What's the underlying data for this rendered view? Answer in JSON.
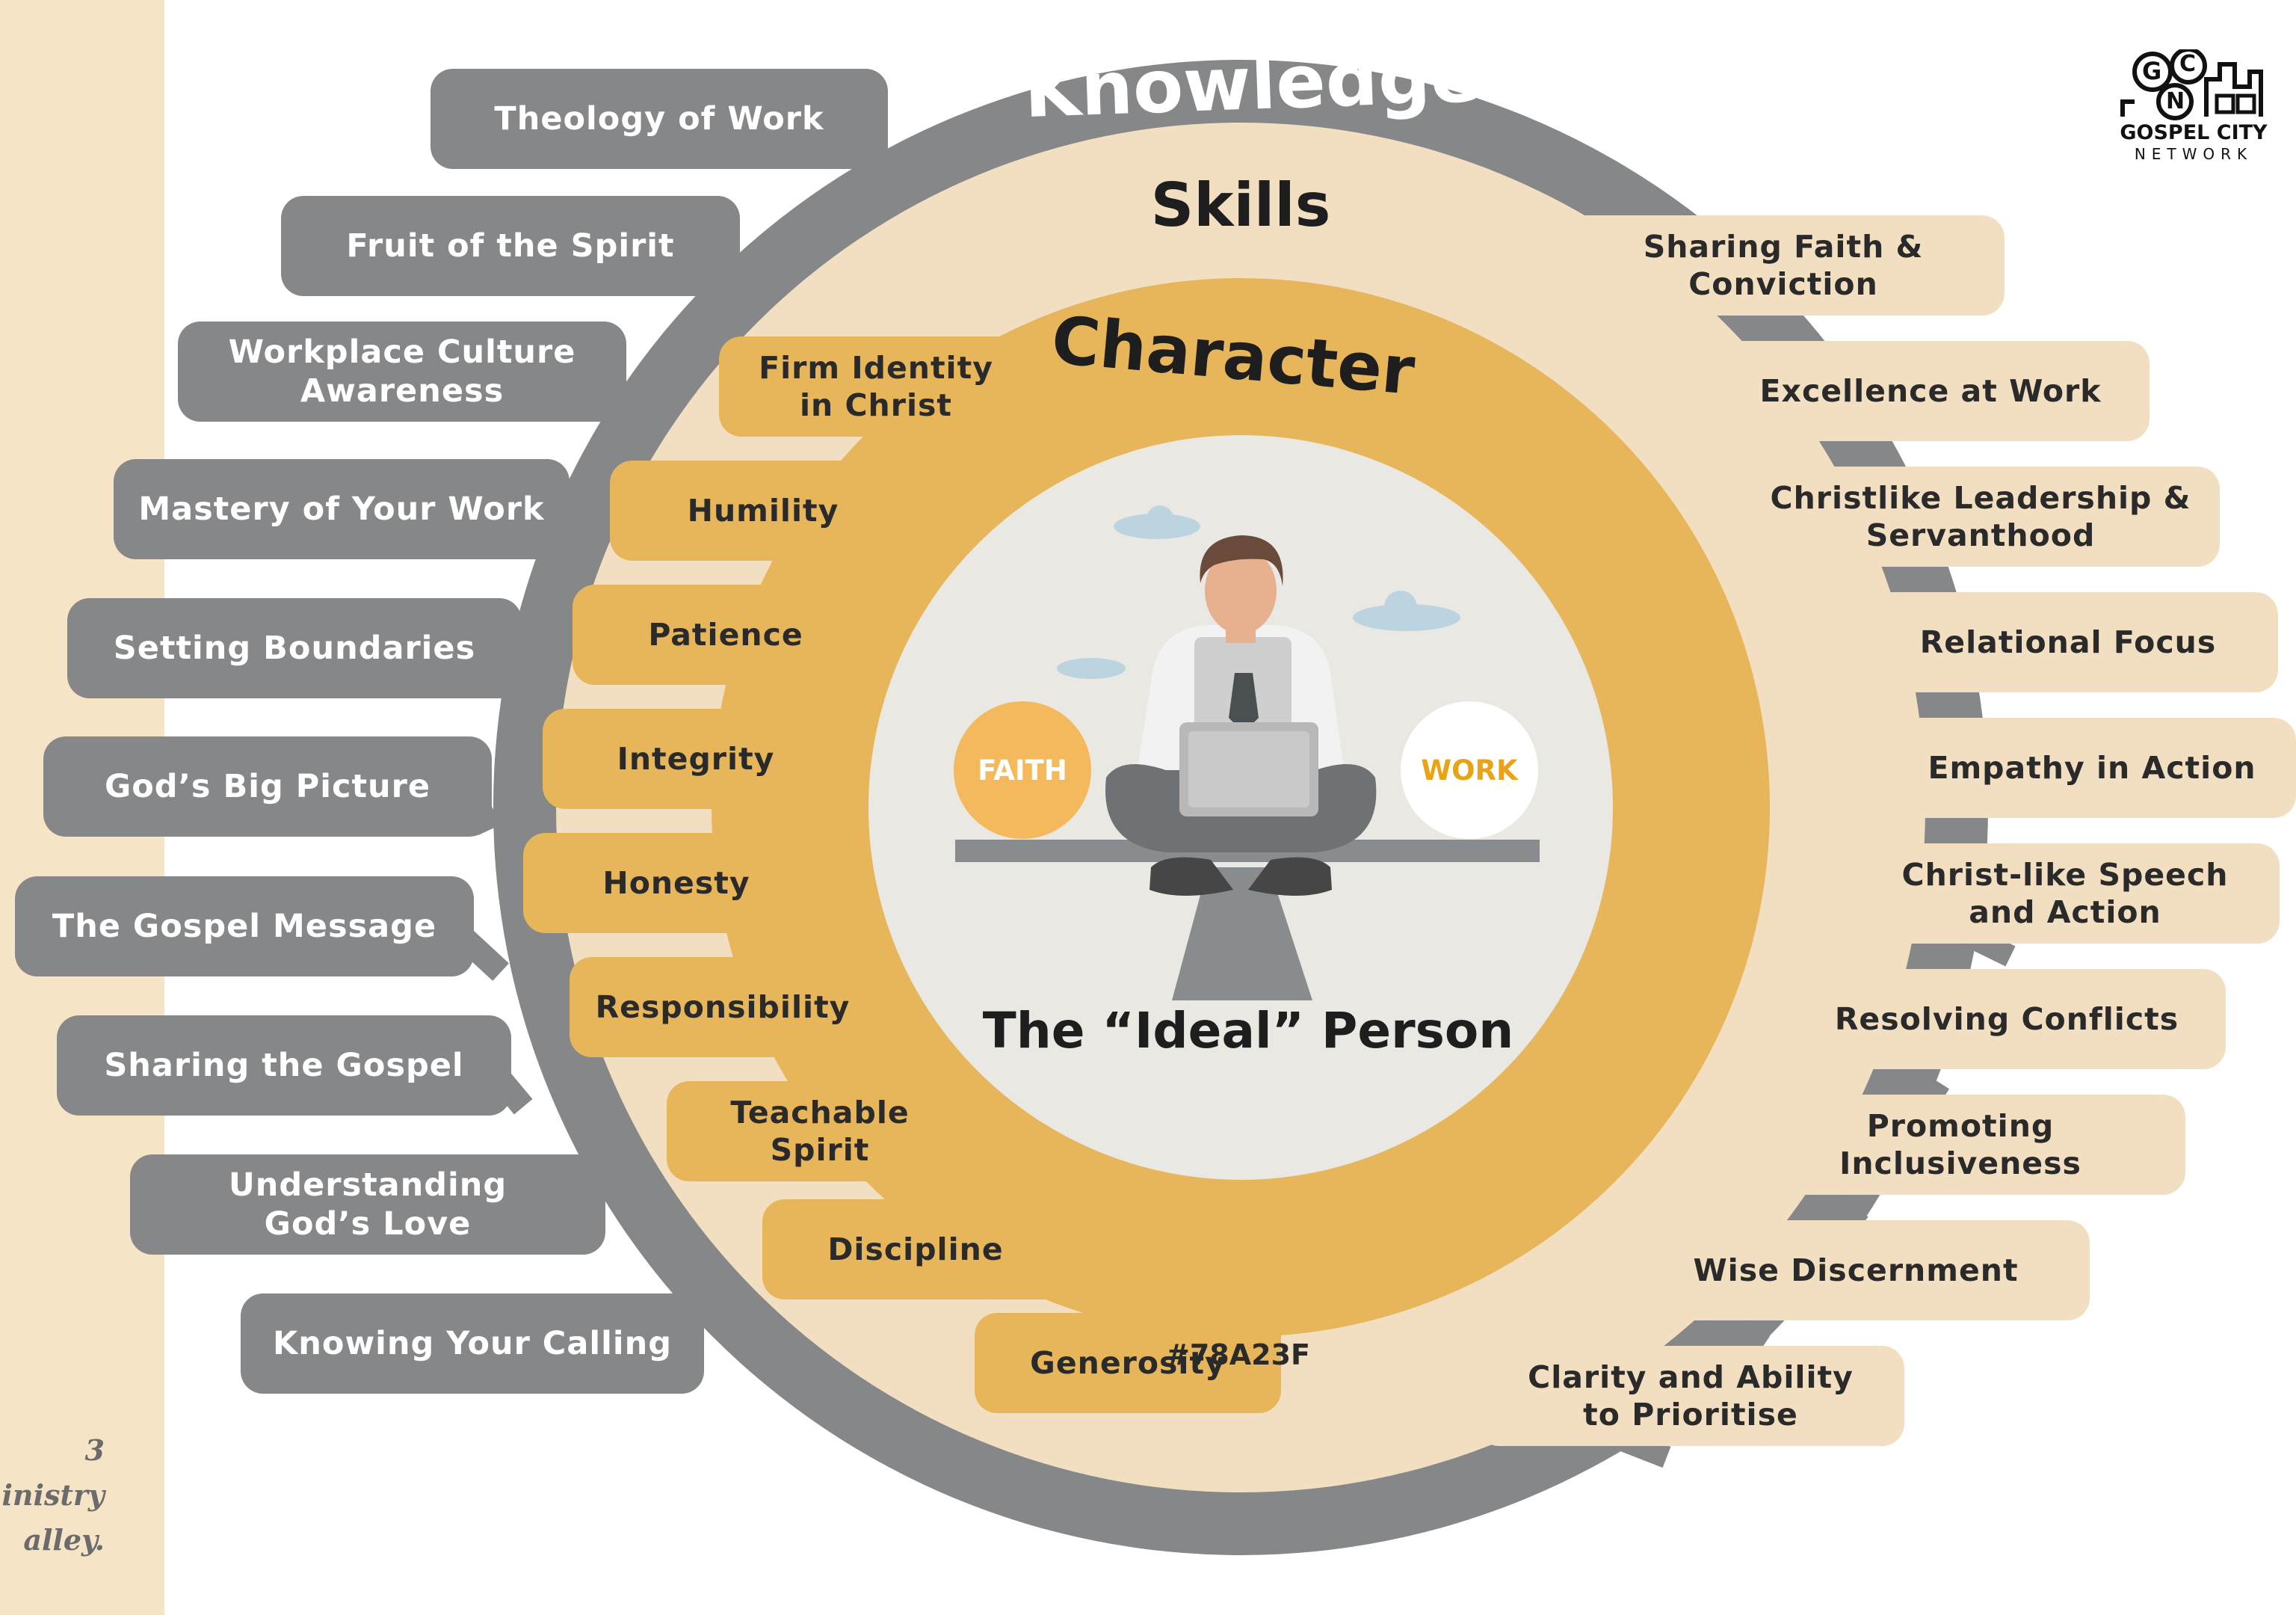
{
  "side_note": {
    "lines": [
      "3",
      "inistry",
      "alley."
    ]
  },
  "logo": {
    "letters": [
      "G",
      "C",
      "N"
    ],
    "name": "GOSPEL CITY",
    "subtitle": "NETWORK"
  },
  "rings": {
    "knowledge_title": "Knowledge",
    "skills_title": "Skills",
    "character_title": "Character",
    "colors": {
      "knowledge": "#858789",
      "skills": "#f2dfc1",
      "character": "#e8b65a",
      "center": "#e9e8e3"
    }
  },
  "center": {
    "title": "The “Ideal” Person",
    "faith_label": "FAITH",
    "work_label": "WORK",
    "faith_color": "#f4b85d",
    "work_color": "#e8a317"
  },
  "knowledge_items": [
    {
      "label": "Theology of Work"
    },
    {
      "label": "Fruit of the Spirit"
    },
    {
      "label": "Workplace Culture\nAwareness"
    },
    {
      "label": "Mastery of Your Work"
    },
    {
      "label": "Setting Boundaries"
    },
    {
      "label": "God’s Big Picture"
    },
    {
      "label": "The Gospel Message"
    },
    {
      "label": "Sharing the Gospel"
    },
    {
      "label": "Understanding\nGod’s Love"
    },
    {
      "label": "Knowing Your Calling"
    }
  ],
  "character_items": [
    {
      "label": "Firm Identity\nin Christ"
    },
    {
      "label": "Humility"
    },
    {
      "label": "Patience"
    },
    {
      "label": "Integrity"
    },
    {
      "label": "Honesty"
    },
    {
      "label": "Responsibility"
    },
    {
      "label": "Teachable\nSpirit"
    },
    {
      "label": "Discipline"
    },
    {
      "label": "Generosity"
    }
  ],
  "skill_items": [
    {
      "label": "Sharing Faith &\nConviction"
    },
    {
      "label": "Excellence at Work"
    },
    {
      "label": "Christlike Leadership &\nServanthood"
    },
    {
      "label": "Relational Focus"
    },
    {
      "label": "Empathy in Action"
    },
    {
      "label": "Christ-like Speech\nand Action"
    },
    {
      "label": "Resolving Conflicts"
    },
    {
      "label": "Promoting\nInclusiveness"
    },
    {
      "label": "Wise Discernment"
    },
    {
      "label": "Clarity and Ability\nto Prioritise"
    }
  ],
  "overlay_note": "#78A23F"
}
